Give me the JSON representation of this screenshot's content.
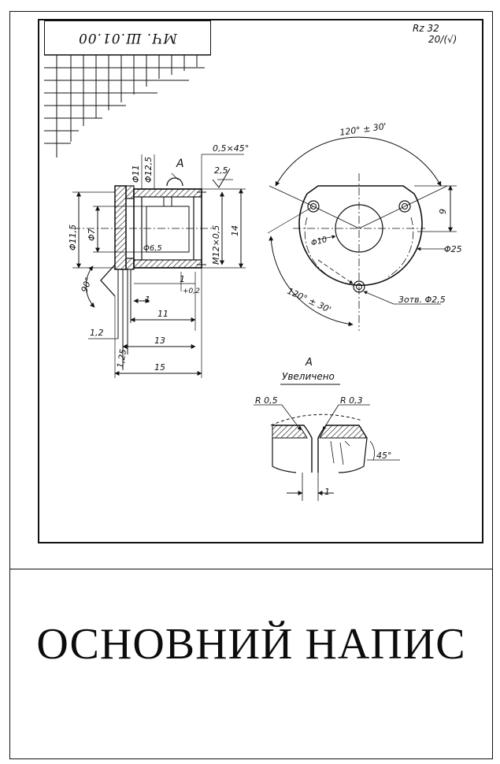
{
  "drawing": {
    "code": "МЧ. Ш.01.00",
    "roughness": {
      "label": "Rz 32",
      "sub": "20/(√)"
    },
    "section_marker": "A",
    "detail_title": "А",
    "detail_subtitle": "Увеличено",
    "dimensions": {
      "chamfer": "0,5×45°",
      "d11": "Φ11",
      "d12_5": "Φ12,5",
      "d11_5": "Φ11,5",
      "d7": "Φ7",
      "d6_5": "Φ6,5",
      "thread": "M12×0,5",
      "h14": "14",
      "rough_2_5": "2,5",
      "len_1": "1",
      "len_1_2": "1,2",
      "len_11": "11",
      "len_13": "13",
      "len_15": "15",
      "len_0_2": "+0,2",
      "len_1_25": "1,25",
      "angle_90": "90°",
      "angle_120_top": "120° ± 30'",
      "angle_120_bottom": "120° ± 30'",
      "d25": "Φ25",
      "d10": "Φ10",
      "dim_9": "9",
      "holes": "3отв. Φ2,5",
      "r05": "R 0,5",
      "r03": "R 0,3",
      "angle_45": "45°",
      "detail_1": "1"
    },
    "title_block_label": "ОСНОВНИЙ НАПИС"
  }
}
